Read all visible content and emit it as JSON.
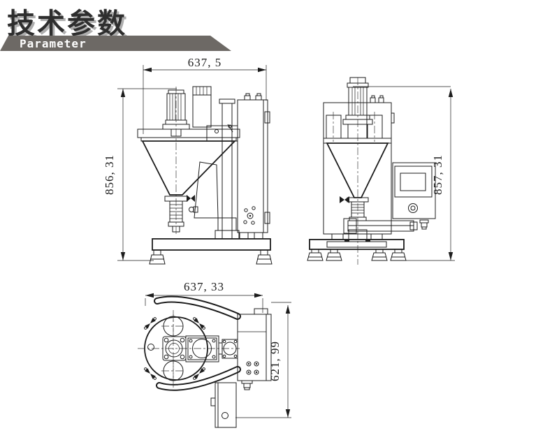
{
  "page": {
    "background": "#ffffff"
  },
  "header": {
    "title": "技术参数",
    "banner_label": "Parameter",
    "banner_color": "#6d6965",
    "title_color": "#2e2e2e",
    "title_shadow_color": "#aeaeae",
    "banner_text_color": "#ffffff"
  },
  "drawing": {
    "ink_color": "#1c1c1c",
    "dimensions": {
      "side_view_width": "637, 5",
      "side_view_height": "856, 31",
      "front_view_height": "857, 31",
      "top_view_width": "637, 33",
      "top_view_height": "621, 99"
    }
  }
}
